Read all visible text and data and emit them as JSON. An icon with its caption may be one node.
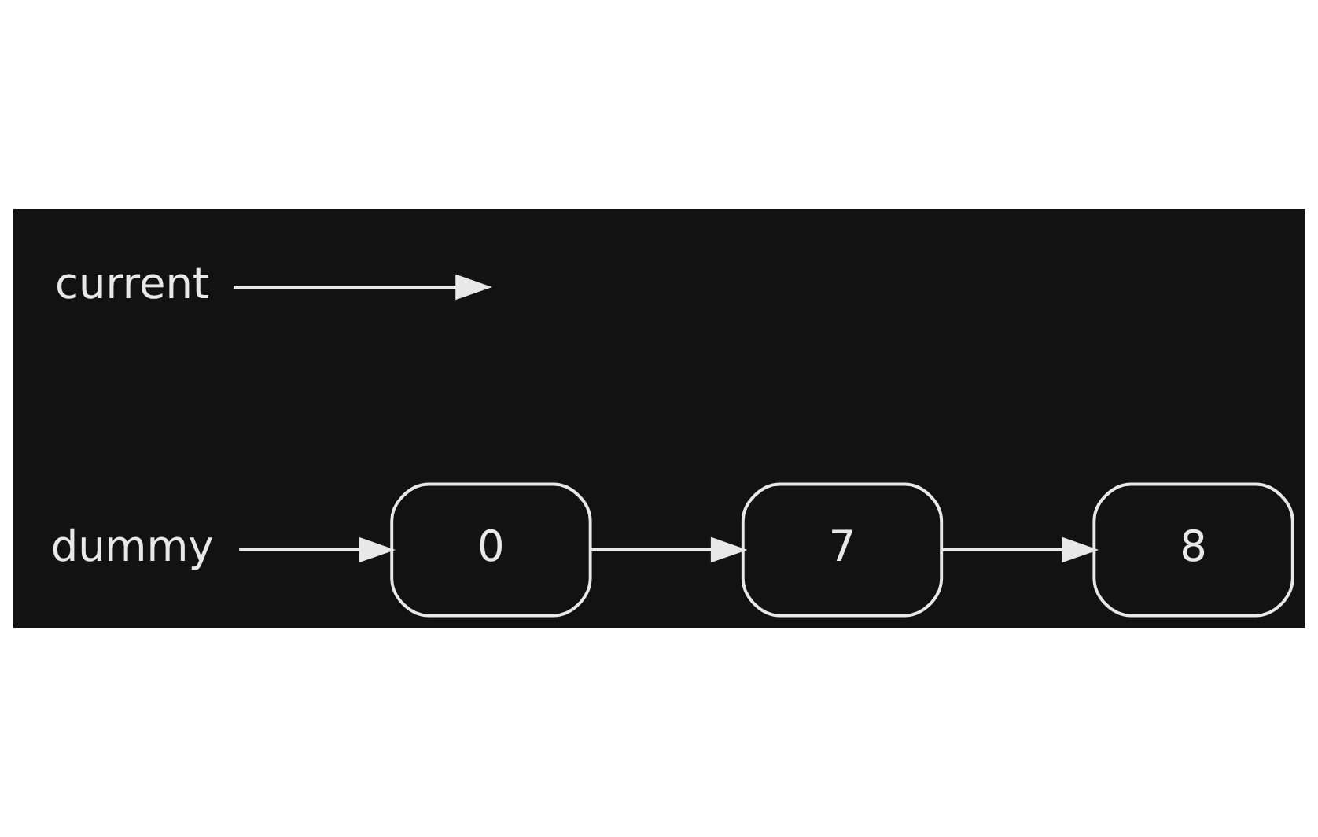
{
  "diagram": {
    "nodes": [
      {
        "text": [
          "0"
        ]
      },
      {
        "text": [
          "7"
        ]
      },
      {
        "text": [
          "8"
        ]
      },
      {
        "text": [
          "current"
        ]
      },
      {
        "text": [
          "dummy"
        ]
      }
    ],
    "edges": [
      {
        "from": 0,
        "to": 1,
        "arrow": "to"
      },
      {
        "from": 1,
        "to": 2,
        "arrow": "to"
      },
      {
        "from": 3,
        "to": null,
        "arrow": "to"
      },
      {
        "from": 4,
        "to": 0,
        "arrow": "to"
      }
    ]
  }
}
